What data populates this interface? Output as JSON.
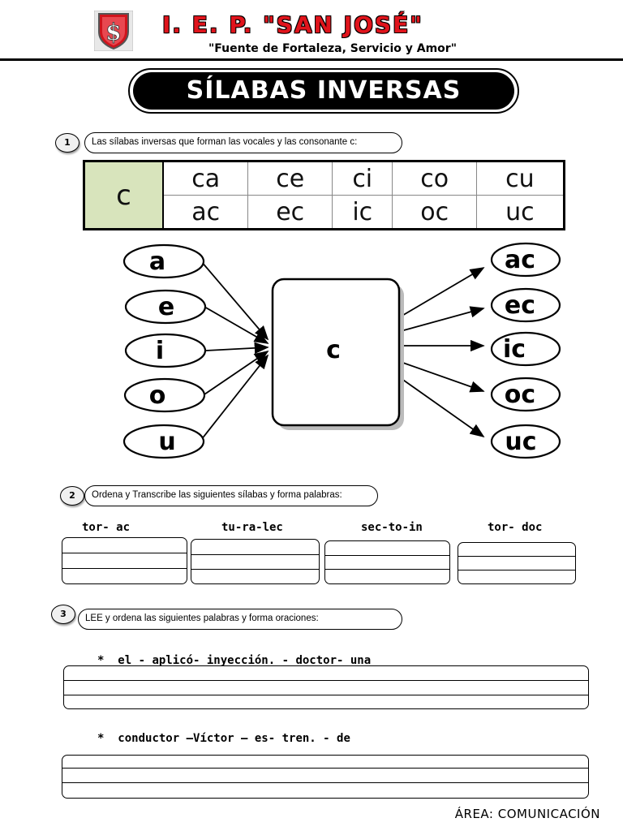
{
  "header": {
    "logo_icon": "shield-dollar-logo",
    "school_name": "I. E. P. \"SAN JOSÉ\"",
    "motto": "\"Fuente de Fortaleza, Servicio y Amor\"",
    "accent_color": "#e0141c"
  },
  "title": "SÍLABAS INVERSAS",
  "exercise1": {
    "number": "1",
    "instruction": "Las sílabas inversas que forman las vocales y las consonante c:",
    "table": {
      "consonant": "c",
      "direct": [
        "ca",
        "ce",
        "ci",
        "co",
        "cu"
      ],
      "inverse": [
        "ac",
        "ec",
        "ic",
        "oc",
        "uc"
      ]
    },
    "diagram": {
      "vowels": [
        "a",
        "e",
        "i",
        "o",
        "u"
      ],
      "center": "c",
      "results": [
        "ac",
        "ec",
        "ic",
        "oc",
        "uc"
      ]
    }
  },
  "exercise2": {
    "number": "2",
    "instruction": "Ordena y Transcribe las siguientes sílabas y forma palabras:",
    "words": [
      "tor- ac",
      "tu-ra-lec",
      "sec-to-in",
      "tor- doc"
    ]
  },
  "exercise3": {
    "number": "3",
    "instruction": "LEE y ordena las siguientes palabras y forma oraciones:",
    "bullet": "*",
    "sentences": [
      "el - aplicó- inyección. - doctor- una",
      "conductor –Víctor – es- tren. -  de"
    ]
  },
  "footer": {
    "area": "ÁREA: COMUNICACIÓN"
  }
}
